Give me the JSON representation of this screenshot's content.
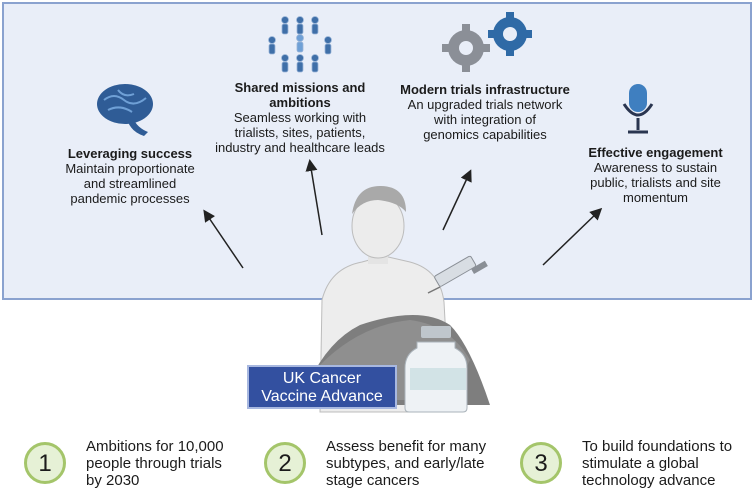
{
  "panel": {
    "leveraging": {
      "title": "Leveraging success",
      "body": "Maintain proportionate\nand streamlined\npandemic processes"
    },
    "shared": {
      "title": "Shared missions and\nambitions",
      "body": "Seamless working with\ntrialists, sites, patients,\nindustry and healthcare leads"
    },
    "modern": {
      "title": "Modern trials infrastructure",
      "body": "An upgraded trials network\nwith integration of\ngenomics capabilities"
    },
    "effective": {
      "title": "Effective engagement",
      "body": "Awareness to sustain\npublic, trialists and site\nmomentum"
    }
  },
  "brand": {
    "line1": "UK Cancer",
    "line2": "Vaccine Advance"
  },
  "steps": [
    {
      "number": "1",
      "text": "Ambitions for 10,000\npeople through trials\nby 2030"
    },
    {
      "number": "2",
      "text": "Assess benefit for many\nsubtypes, and early/late\nstage cancers"
    },
    {
      "number": "3",
      "text": "To build foundations to\nstimulate a global\ntechnology advance"
    }
  ],
  "colors": {
    "panel_bg": "#e9eef8",
    "panel_border": "#8aa2cf",
    "brand_bg": "#3350a0",
    "step_green": "#a4c56a",
    "icon_blue": "#3f6fa8"
  },
  "icons": [
    "brain-icon",
    "people-network-icon",
    "gears-icon",
    "microphone-icon",
    "patient-illustration",
    "syringe-icon",
    "vaccine-vial-icon"
  ]
}
